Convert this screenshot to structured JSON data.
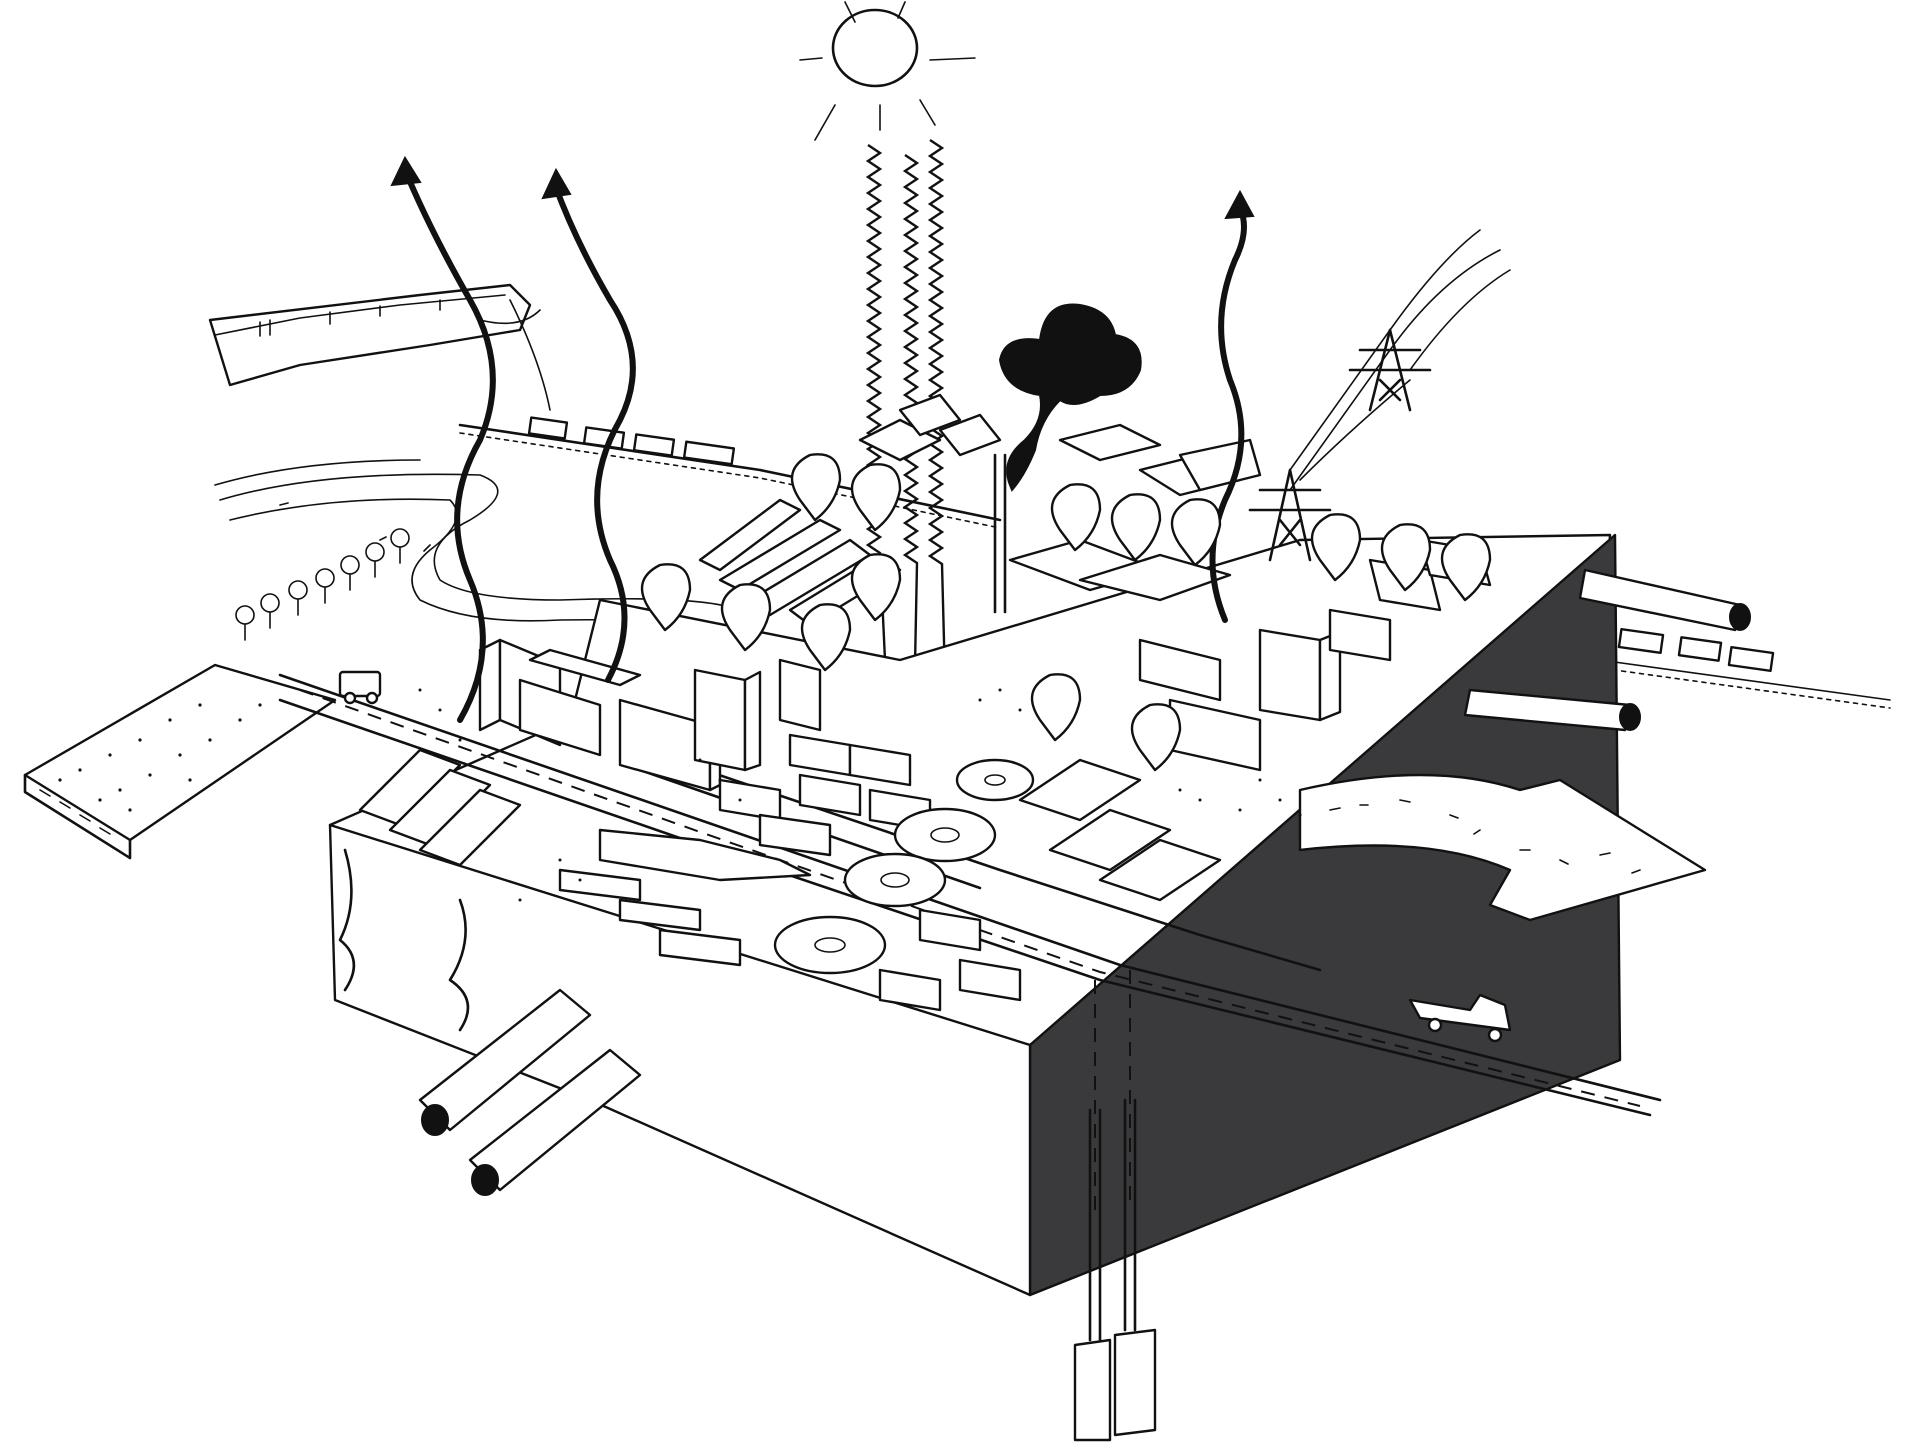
{
  "diagram": {
    "background": "#ffffff",
    "ink": "#111111",
    "block_side_color": "#3a3a3c",
    "smoke_color": "#111111",
    "elements": [
      "sun-icon",
      "solar-radiation-arrows",
      "heat-emission-arrows",
      "smoke-plume",
      "power-pylons",
      "water-reservoir",
      "river",
      "railway-with-train",
      "road-with-cars",
      "outflow-arrow",
      "underground-pipes",
      "groundwater-wells",
      "treatment-basins",
      "city-block"
    ]
  }
}
